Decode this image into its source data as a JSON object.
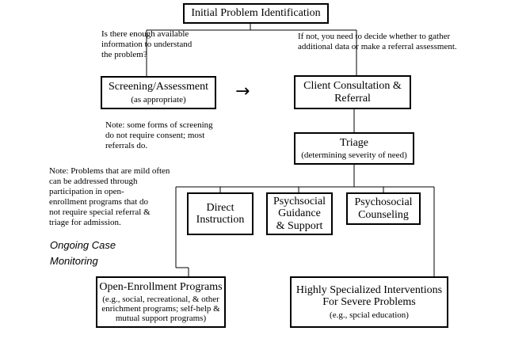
{
  "boxes": {
    "initial": {
      "title": "Initial Problem Identification"
    },
    "screening": {
      "title": "Screening/Assessment",
      "subtitle": "(as appropriate)"
    },
    "consultation": {
      "title": "Client Consultation &\nReferral"
    },
    "triage": {
      "title": "Triage",
      "subtitle": "(determining severity of need)"
    },
    "direct": {
      "title": "Direct\nInstruction"
    },
    "guidance": {
      "title": "Psychsocial\nGuidance\n& Support"
    },
    "counseling": {
      "title": "Psychosocial\nCounseling"
    },
    "open_enrollment": {
      "title": "Open-Enrollment Programs",
      "subtitle": "(e.g., social, recreational, & other\nenrichment programs; self-help &\nmutual support programs)"
    },
    "specialized": {
      "title": "Highly Specialized Interventions\nFor Severe Problems",
      "subtitle": "(e.g., spcial education)"
    }
  },
  "notes": {
    "enough_info": "Is there enough available\ninformation to understand\nthe problem?",
    "if_not": "If not, you need to decide whether to gather\nadditional data or make a referral assessment.",
    "consent": "Note: some forms of screening\ndo not require consent; most\nreferrals do.",
    "mild_problems": "Note: Problems that are mild often\ncan be addressed through\nparticipation in open-\nenrollment programs that do\nnot require special referral &\ntriage for admission.",
    "ongoing": "Ongoing Case\nMonitoring"
  },
  "arrow_symbol": "→"
}
